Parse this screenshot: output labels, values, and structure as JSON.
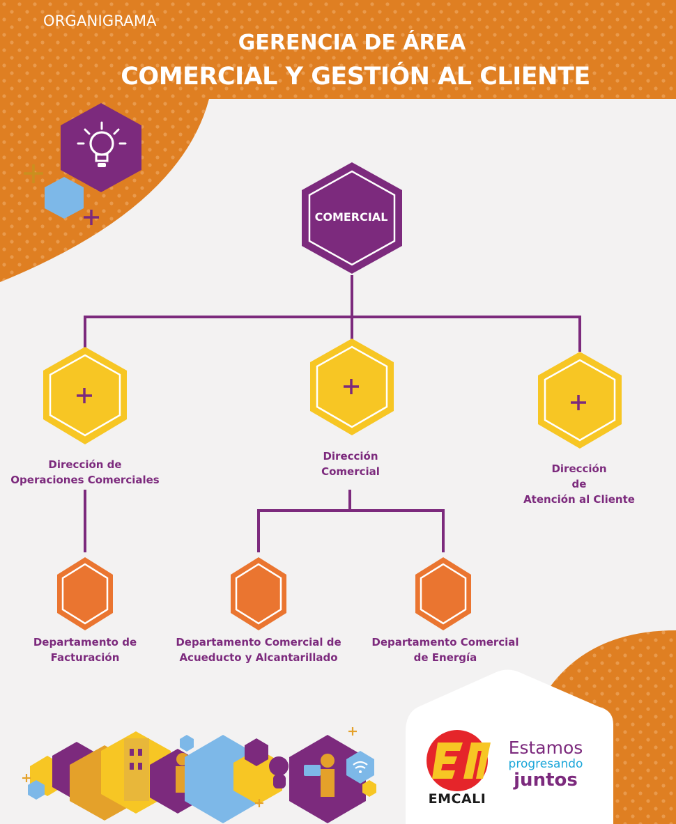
{
  "header": {
    "tag": "ORGANIGRAMA",
    "title_line1": "GERENCIA DE ÁREA",
    "title_line2": "COMERCIAL Y GESTIÓN AL CLIENTE"
  },
  "colors": {
    "orange": "#df7f22",
    "purple": "#7c2a7d",
    "yellow": "#f7c624",
    "dept_orange": "#ea7530",
    "light_blue": "#7db8e8",
    "background": "#f3f2f2"
  },
  "org": {
    "root": "COMERCIAL",
    "directions": [
      {
        "lines": [
          "Dirección de",
          "Operaciones Comerciales"
        ]
      },
      {
        "lines": [
          "Dirección",
          "Comercial"
        ]
      },
      {
        "lines": [
          "Dirección",
          "de",
          "Atención al Cliente"
        ]
      }
    ],
    "departments": [
      {
        "lines": [
          "Departamento de",
          "Facturación"
        ]
      },
      {
        "lines": [
          "Departamento Comercial de",
          "Acueducto y Alcantarillado"
        ]
      },
      {
        "lines": [
          "Departamento Comercial",
          "de Energía"
        ]
      }
    ]
  },
  "footer": {
    "brand": "EMCALI",
    "slogan": [
      "Estamos",
      "progresando",
      "juntos"
    ]
  }
}
